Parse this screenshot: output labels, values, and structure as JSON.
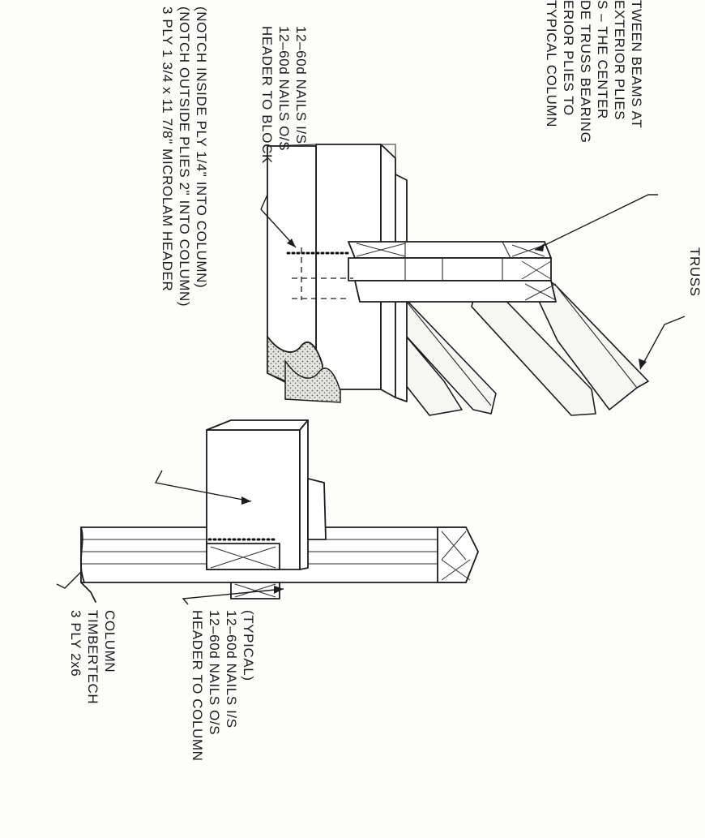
{
  "notes": {
    "top_note": [
      "TWEEN BEAMS AT",
      "EXTERIOR PLIES",
      "S – THE CENTER",
      "DE TRUSS BEARING",
      "ERIOR PLIES TO",
      "TYPICAL COLUMN"
    ],
    "truss": [
      "TRUSS"
    ],
    "header_to_block": [
      "HEADER TO BLOCK",
      "12–60d NAILS O/S",
      "12–60d NAILS I/S"
    ],
    "microlam_header": [
      "3 PLY 1 3/4 x 11 7/8\" MICROLAM HEADER",
      "(NOTCH OUTSIDE PLIES 2\" INTO COLUMN)",
      "(NOTCH INSIDE PLY 1/4\" INTO COLUMN)"
    ],
    "header_to_column": [
      "HEADER TO COLUMN",
      "12–60d NAILS O/S",
      "12–60d NAILS I/S",
      "(TYPICAL)"
    ],
    "timbertech_column": [
      "3 PLY 2x6",
      "TIMBERTECH",
      "COLUMN"
    ]
  }
}
